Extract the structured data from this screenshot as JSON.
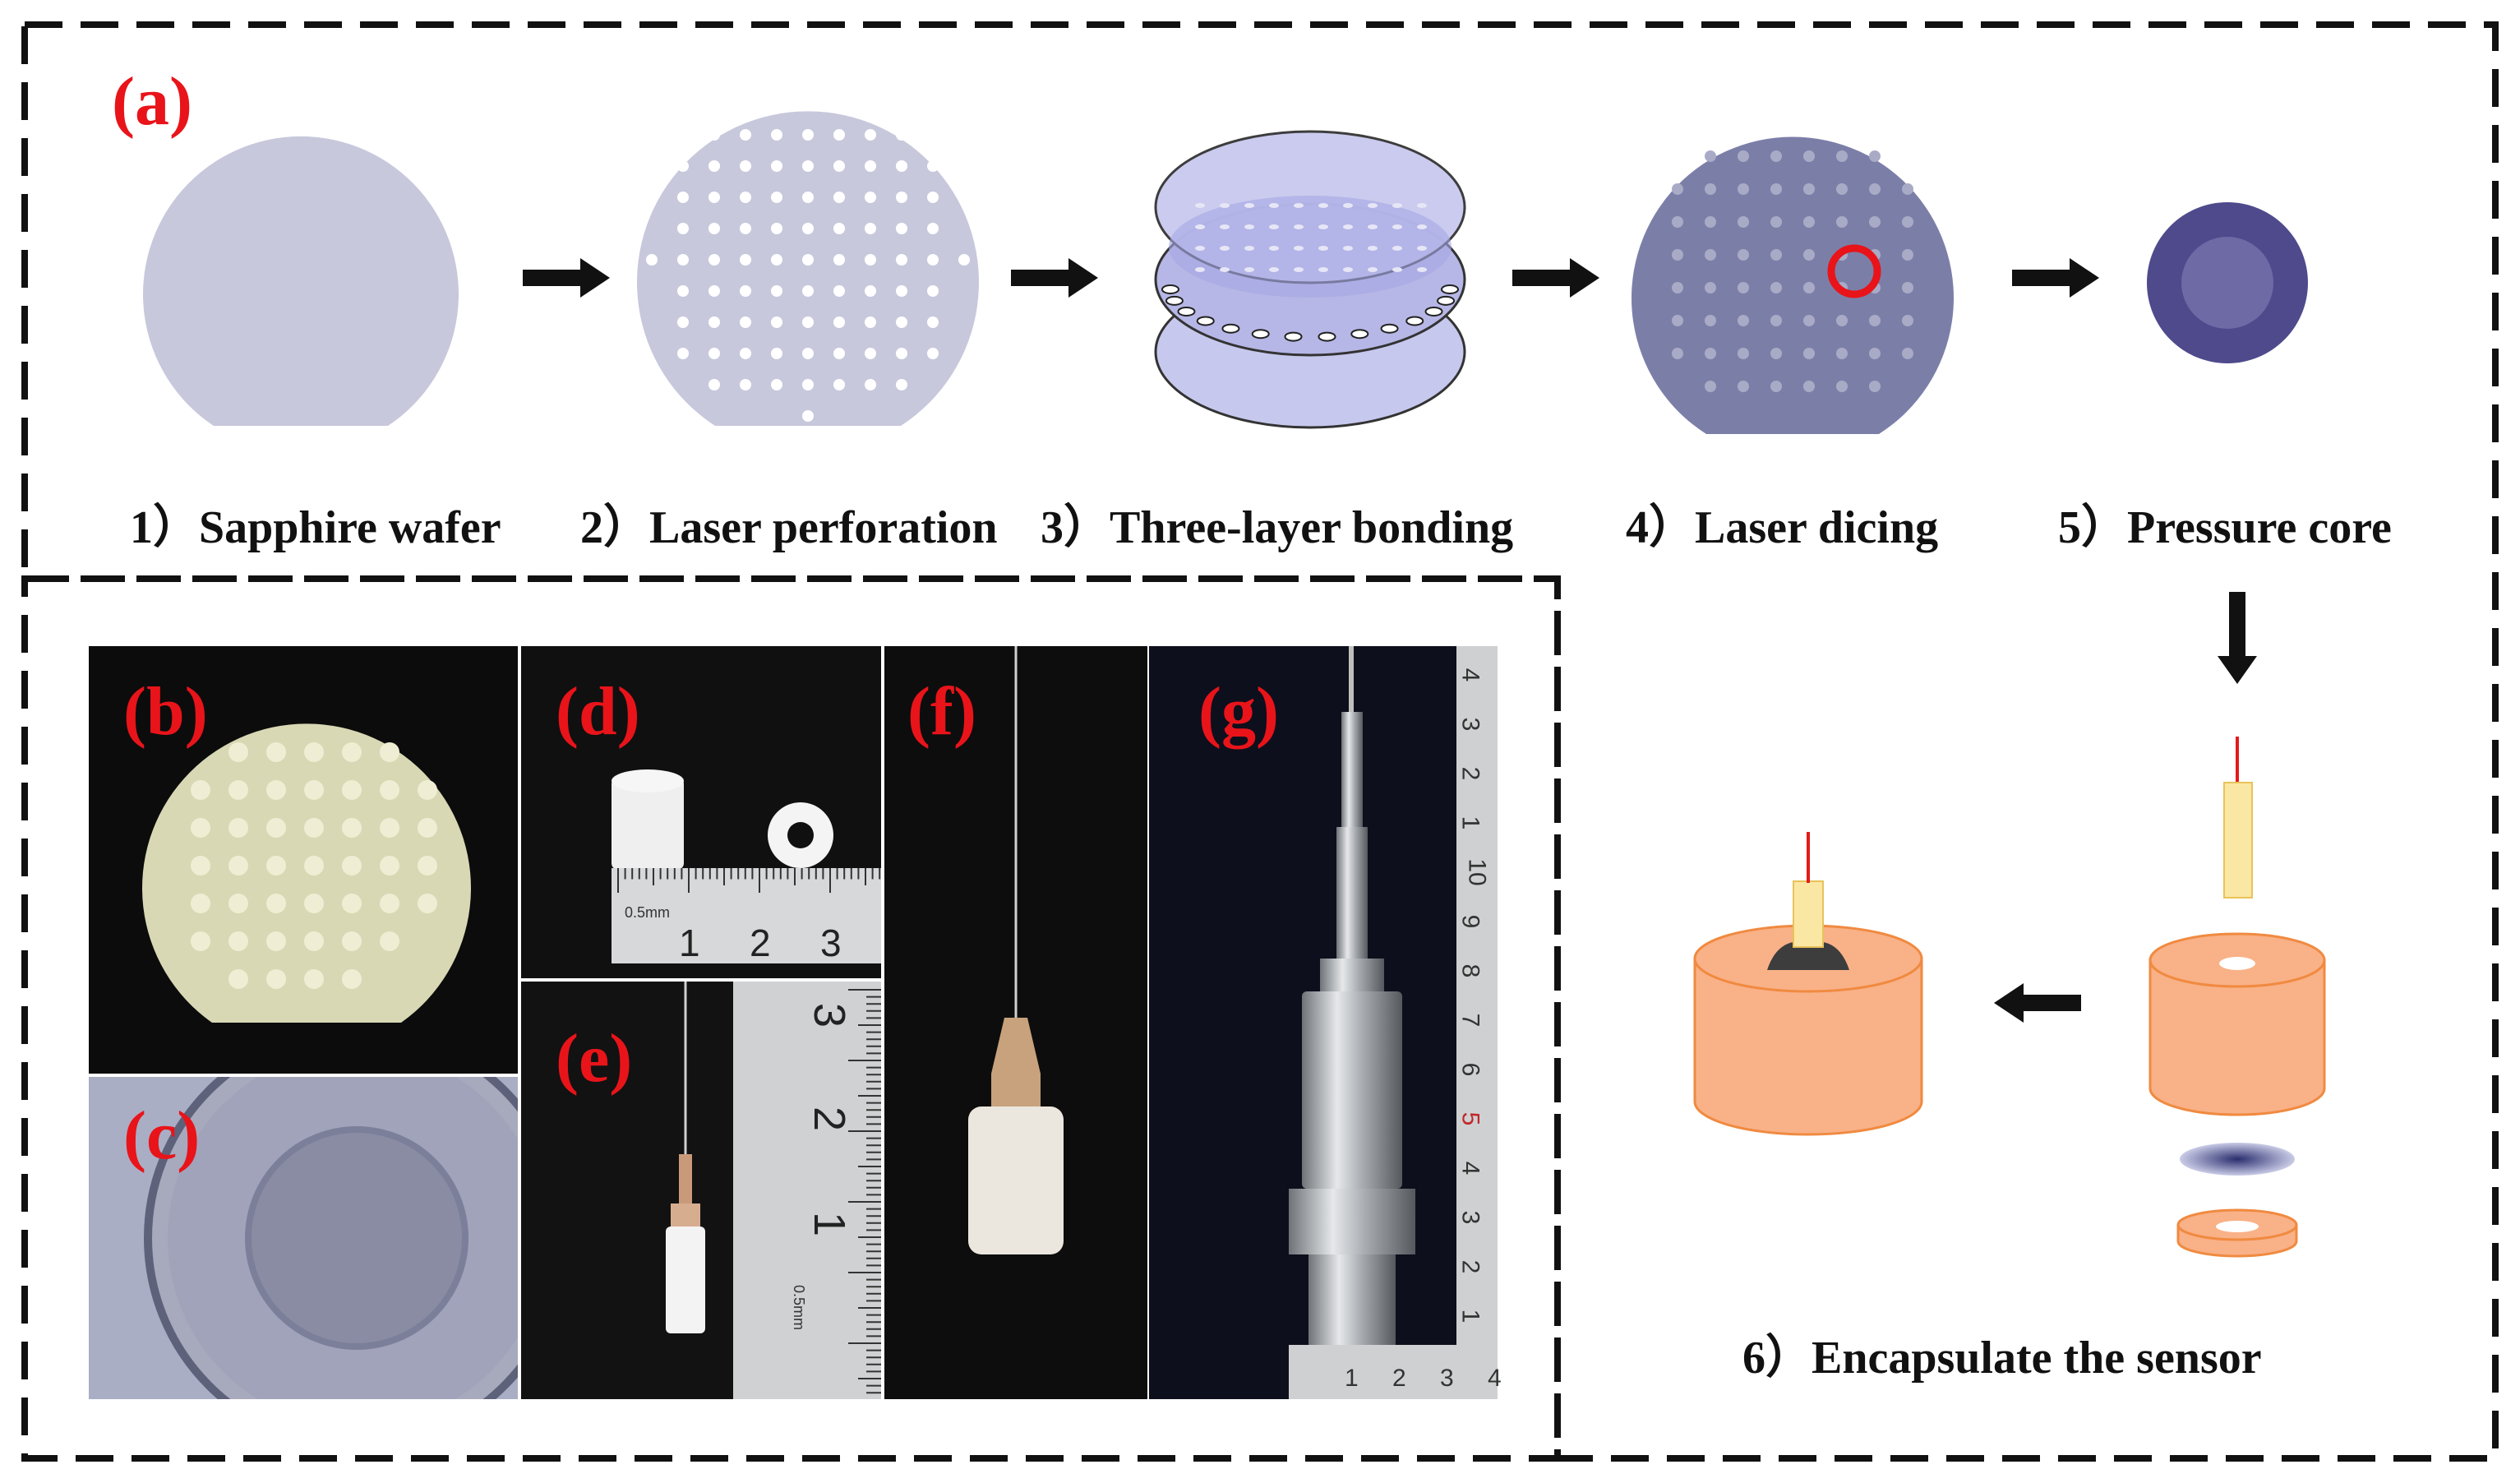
{
  "panel_labels": {
    "a": "(a)",
    "b": "(b)",
    "c": "(c)",
    "d": "(d)",
    "e": "(e)",
    "f": "(f)",
    "g": "(g)"
  },
  "steps": {
    "s1": "1）Sapphire wafer",
    "s2": "2）Laser perforation",
    "s3": "3）Three-layer bonding",
    "s4": "4）Laser dicing",
    "s5": "5）Pressure core",
    "s6": "6）Encapsulate the sensor"
  },
  "ruler_marks": {
    "d": [
      "1",
      "2",
      "3"
    ],
    "d_unit": "0.5mm",
    "e": [
      "3",
      "2",
      "1"
    ],
    "e_unit": "0.5mm",
    "g": [
      "4",
      "3",
      "2",
      "1",
      "10",
      "9",
      "8",
      "7",
      "6",
      "5",
      "4",
      "3",
      "2",
      "1"
    ],
    "g_bottom": [
      "1",
      "2",
      "3",
      "4"
    ]
  },
  "colors": {
    "label_red": "#e8141a",
    "wafer": "#c7c8dc",
    "wafer_dark": "#7b7fa8",
    "core": "#4f4a8c",
    "orange": "#f9b187",
    "orange_edge": "#f08a40",
    "ferrule": "#fbe7a4",
    "fiber": "#e31a1a"
  }
}
